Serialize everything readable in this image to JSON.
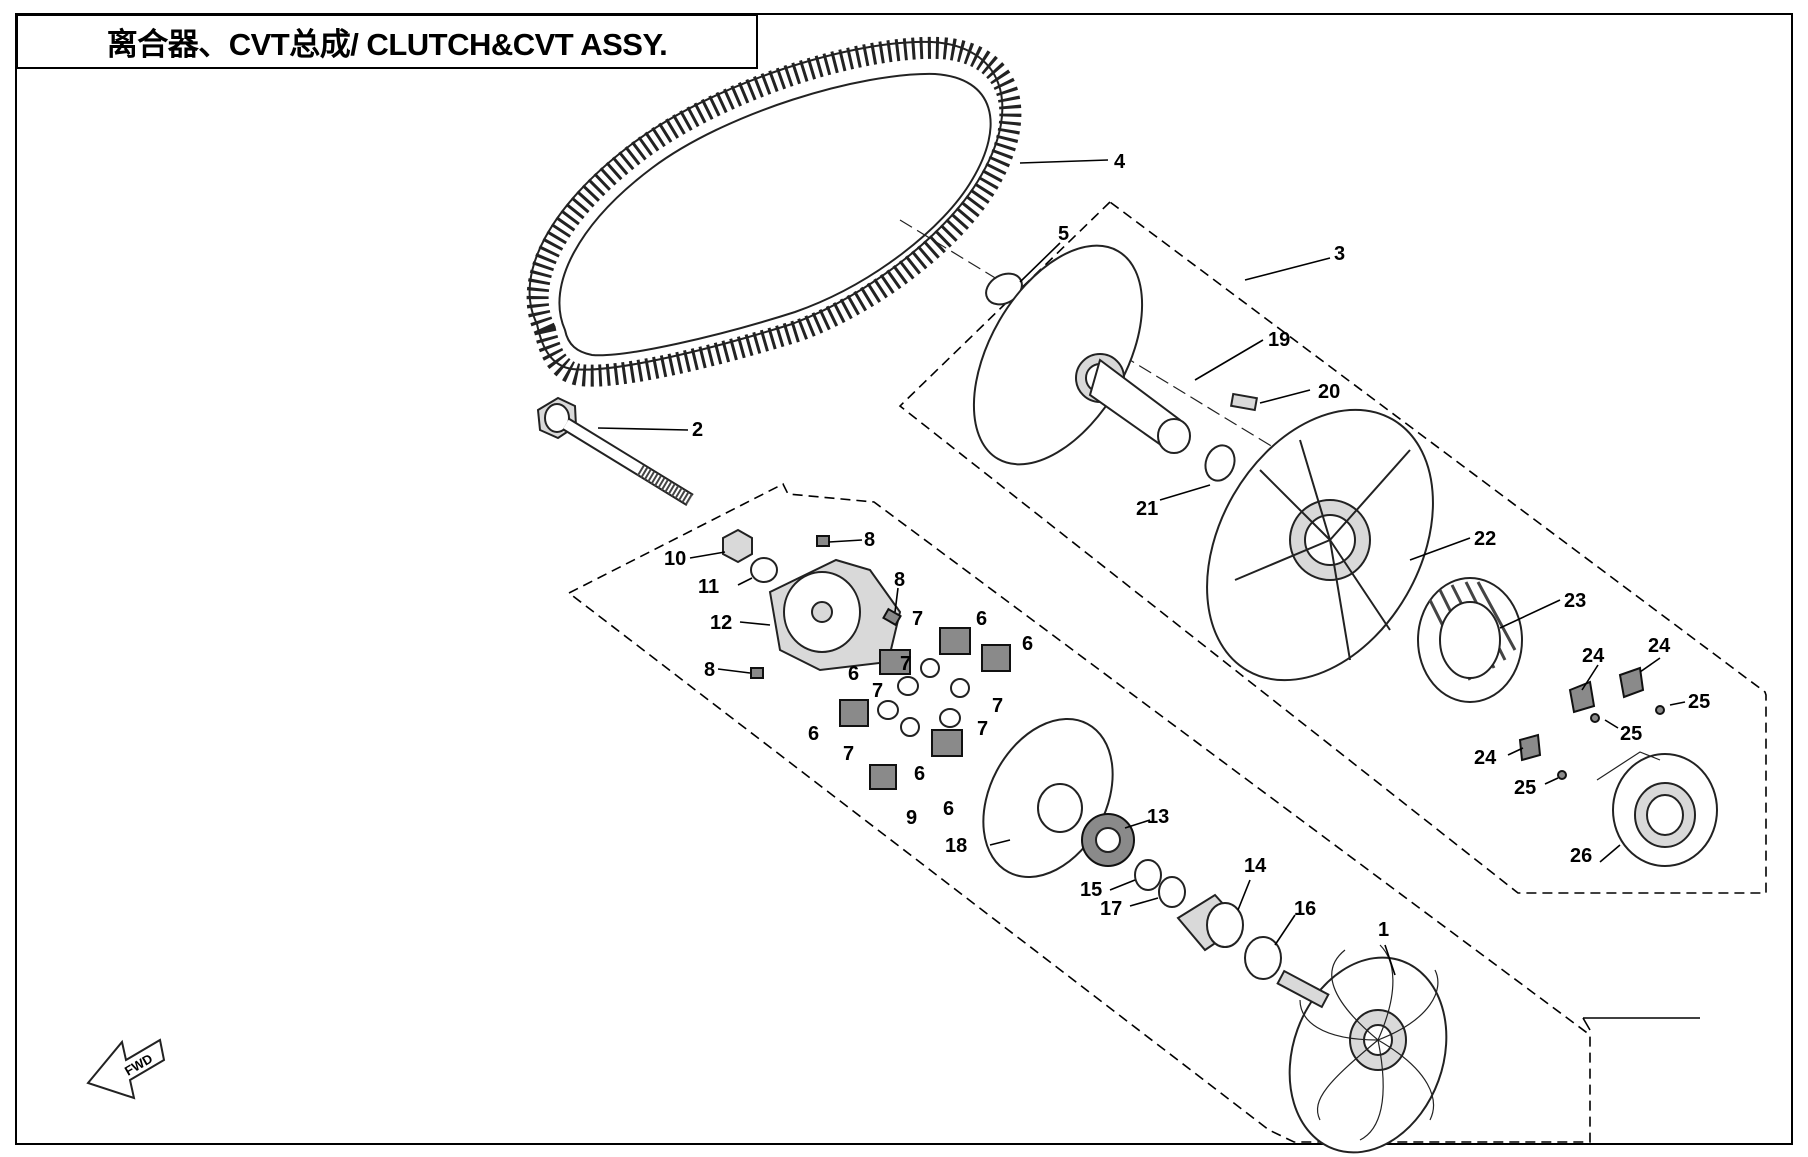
{
  "title": "离合器、CVT总成/ CLUTCH&CVT ASSY.",
  "fwd_label": "FWD",
  "callouts": [
    {
      "id": "c4",
      "text": "4"
    },
    {
      "id": "c5",
      "text": "5"
    },
    {
      "id": "c3",
      "text": "3"
    },
    {
      "id": "c19",
      "text": "19"
    },
    {
      "id": "c20",
      "text": "20"
    },
    {
      "id": "c2",
      "text": "2"
    },
    {
      "id": "c21",
      "text": "21"
    },
    {
      "id": "c22",
      "text": "22"
    },
    {
      "id": "c23",
      "text": "23"
    },
    {
      "id": "c24a",
      "text": "24"
    },
    {
      "id": "c24b",
      "text": "24"
    },
    {
      "id": "c25a",
      "text": "25"
    },
    {
      "id": "c25b",
      "text": "25"
    },
    {
      "id": "c24c",
      "text": "24"
    },
    {
      "id": "c25c",
      "text": "25"
    },
    {
      "id": "c26",
      "text": "26"
    },
    {
      "id": "c8a",
      "text": "8"
    },
    {
      "id": "c10",
      "text": "10"
    },
    {
      "id": "c11",
      "text": "11"
    },
    {
      "id": "c8b",
      "text": "8"
    },
    {
      "id": "c12",
      "text": "12"
    },
    {
      "id": "c7a",
      "text": "7"
    },
    {
      "id": "c6a",
      "text": "6"
    },
    {
      "id": "c6b",
      "text": "6"
    },
    {
      "id": "c8c",
      "text": "8"
    },
    {
      "id": "c7b",
      "text": "7"
    },
    {
      "id": "c6c",
      "text": "6"
    },
    {
      "id": "c7c",
      "text": "7"
    },
    {
      "id": "c7d",
      "text": "7"
    },
    {
      "id": "c6d",
      "text": "6"
    },
    {
      "id": "c7e",
      "text": "7"
    },
    {
      "id": "c7f",
      "text": "7"
    },
    {
      "id": "c6e",
      "text": "6"
    },
    {
      "id": "c6f",
      "text": "6"
    },
    {
      "id": "c9",
      "text": "9"
    },
    {
      "id": "c13",
      "text": "13"
    },
    {
      "id": "c18",
      "text": "18"
    },
    {
      "id": "c14",
      "text": "14"
    },
    {
      "id": "c15",
      "text": "15"
    },
    {
      "id": "c17",
      "text": "17"
    },
    {
      "id": "c16",
      "text": "16"
    },
    {
      "id": "c1",
      "text": "1"
    }
  ]
}
